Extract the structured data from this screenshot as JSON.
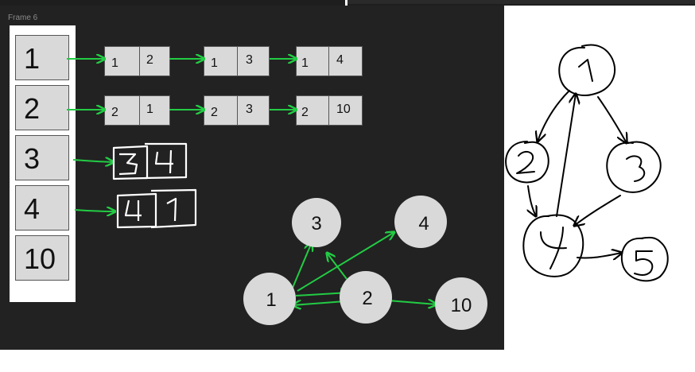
{
  "frame": {
    "label": "Frame 6"
  },
  "index_list": [
    "1",
    "2",
    "3",
    "4",
    "10"
  ],
  "adjacency_rows": [
    {
      "index": "1",
      "nodes": [
        {
          "a": "1",
          "b": "2"
        },
        {
          "a": "1",
          "b": "3"
        },
        {
          "a": "1",
          "b": "4"
        }
      ]
    },
    {
      "index": "2",
      "nodes": [
        {
          "a": "2",
          "b": "1"
        },
        {
          "a": "2",
          "b": "3"
        },
        {
          "a": "2",
          "b": "10"
        }
      ]
    }
  ],
  "handwritten_nodes": [
    {
      "a": "3",
      "b": "4"
    },
    {
      "a": "4",
      "b": "1"
    }
  ],
  "graph": {
    "nodes": [
      "3",
      "4",
      "1",
      "2",
      "10"
    ],
    "edges": [
      {
        "from": "1",
        "to": "3"
      },
      {
        "from": "1",
        "to": "4"
      },
      {
        "from": "1",
        "to": "2"
      },
      {
        "from": "2",
        "to": "1"
      },
      {
        "from": "2",
        "to": "3"
      },
      {
        "from": "2",
        "to": "10"
      }
    ]
  },
  "sketch_graph": {
    "nodes": [
      "1",
      "2",
      "3",
      "4",
      "5"
    ],
    "edges": [
      {
        "from": "1",
        "to": "2"
      },
      {
        "from": "1",
        "to": "3"
      },
      {
        "from": "2",
        "to": "4"
      },
      {
        "from": "4",
        "to": "1"
      },
      {
        "from": "3",
        "to": "4"
      },
      {
        "from": "4",
        "to": "5"
      }
    ]
  },
  "colors": {
    "frame_bg": "#222222",
    "node_fill": "#d9d9d9",
    "arrow": "#22cc44",
    "sketch": "#000000"
  }
}
